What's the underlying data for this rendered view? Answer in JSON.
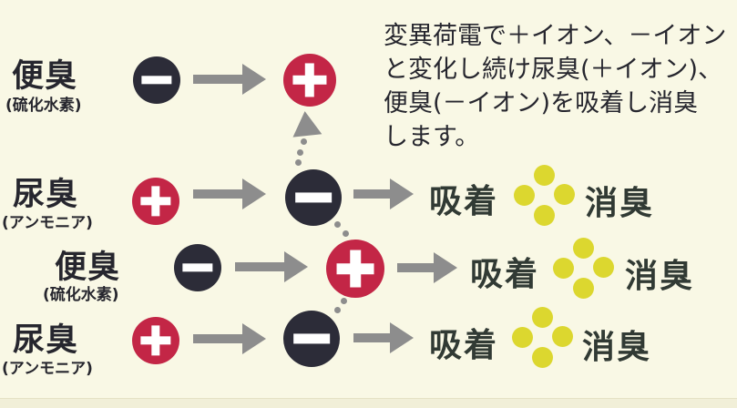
{
  "explanation": {
    "lines": [
      "変異荷電で＋イオン、－イオン",
      "と変化し続け尿臭(＋イオン)、",
      "便臭(－イオン)を吸着し消臭",
      "します。"
    ]
  },
  "rows": [
    {
      "label": "便臭",
      "sublabel": "(硫化水素)",
      "source_charge": "minus",
      "result_charge": "plus"
    },
    {
      "label": "尿臭",
      "sublabel": "(アンモニア)",
      "source_charge": "plus",
      "result_charge": "minus",
      "adsorb_label": "吸着",
      "deodorize_label": "消臭"
    },
    {
      "label": "便臭",
      "sublabel": "(硫化水素)",
      "source_charge": "minus",
      "result_charge": "plus",
      "adsorb_label": "吸着",
      "deodorize_label": "消臭"
    },
    {
      "label": "尿臭",
      "sublabel": "(アンモニア)",
      "source_charge": "plus",
      "result_charge": "minus",
      "adsorb_label": "吸着",
      "deodorize_label": "消臭"
    }
  ],
  "colors": {
    "background": "#f9f8e5",
    "positive_circle": "#c32646",
    "negative_circle": "#2c2c38",
    "arrow": "#8d8d8d",
    "deodorize_dots": "#dcd72f",
    "result_text": "#313a34",
    "text": "#26262e"
  }
}
